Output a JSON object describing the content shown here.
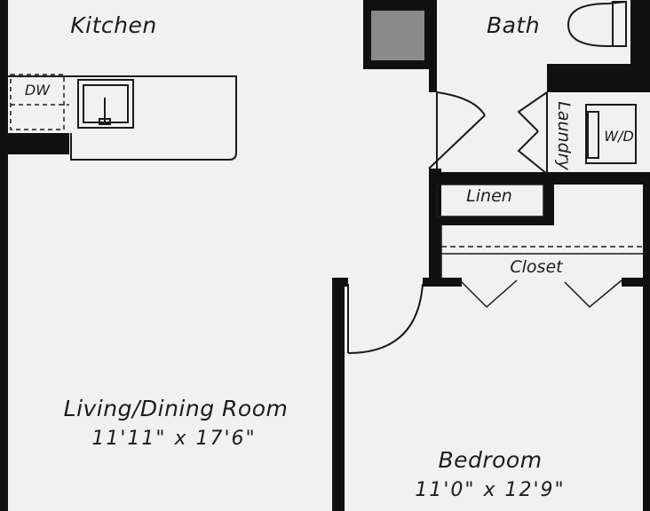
{
  "colors": {
    "wall": "#101010",
    "floor": "#f1f1f1",
    "fixture_fill": "#8a8a8a",
    "line": "#1a1a1a"
  },
  "rooms": {
    "kitchen": {
      "label": "Kitchen"
    },
    "bath": {
      "label": "Bath"
    },
    "living_dining": {
      "label": "Living/Dining Room",
      "dimensions": "11'11\" x 17'6\""
    },
    "bedroom": {
      "label": "Bedroom",
      "dimensions": "11'0\" x 12'9\""
    }
  },
  "fixtures": {
    "dishwasher": "DW",
    "laundry": "Laundry",
    "washer_dryer": "W/D",
    "linen": "Linen",
    "closet": "Closet"
  }
}
